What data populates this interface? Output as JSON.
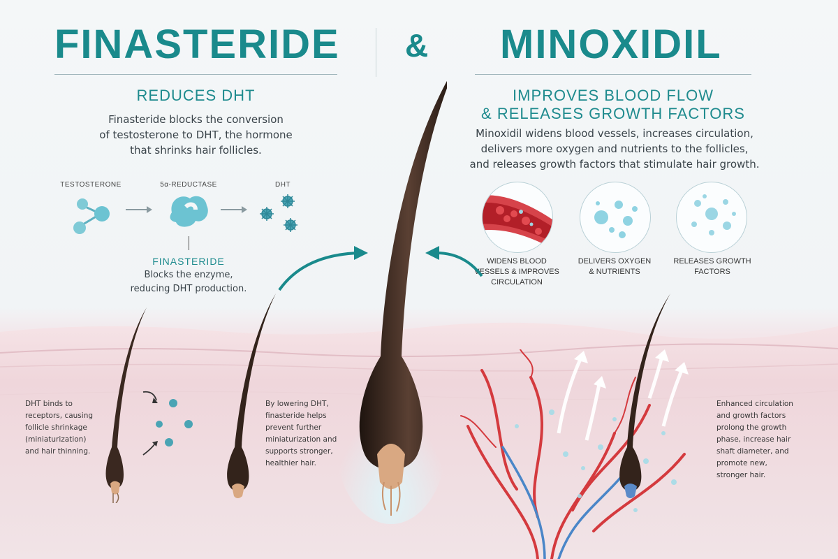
{
  "header": {
    "left_title": "FINASTERIDE",
    "amp": "&",
    "right_title": "MINOXIDIL"
  },
  "finasteride": {
    "subtitle": "REDUCES DHT",
    "description": "Finasteride blocks the conversion\nof testosterone to DHT, the hormone\nthat shrinks hair follicles.",
    "pathway": {
      "step1": "TESTOSTERONE",
      "step2": "5α-REDUCTASE",
      "step3": "DHT"
    },
    "blocker_label": "FINASTERIDE",
    "blocker_text": "Blocks the enzyme,\nreducing DHT production."
  },
  "minoxidil": {
    "subtitle_line1": "IMPROVES BLOOD FLOW",
    "subtitle_line2": "& RELEASES GROWTH FACTORS",
    "description": "Minoxidil widens blood vessels, increases circulation,\ndelivers more oxygen and nutrients to the follicles,\nand releases growth factors that stimulate hair growth.",
    "benefits": [
      {
        "label": "WIDENS BLOOD\nVESSELS & IMPROVES\nCIRCULATION"
      },
      {
        "label": "DELIVERS OXYGEN\n& NUTRIENTS"
      },
      {
        "label": "RELEASES GROWTH\nFACTORS"
      }
    ]
  },
  "skin_notes": {
    "dht_effect": "DHT binds to\nreceptors, causing\nfollicle shrinkage\n(miniaturization)\nand hair thinning.",
    "finasteride_effect": "By lowering DHT,\nfinasteride helps\nprevent further\nminiaturization and\nsupports stronger,\nhealthier hair.",
    "minoxidil_effect": "Enhanced circulation\nand growth factors\nprolong the growth\nphase, increase hair\nshaft diameter, and\npromote new,\nstronger hair."
  },
  "colors": {
    "accent": "#1a8a8c",
    "molecule": "#6cc3d2",
    "blood_red": "#c8262c",
    "vein_blue": "#4a86c8",
    "hair": "#2b1d16",
    "skin": "#f0dade"
  }
}
